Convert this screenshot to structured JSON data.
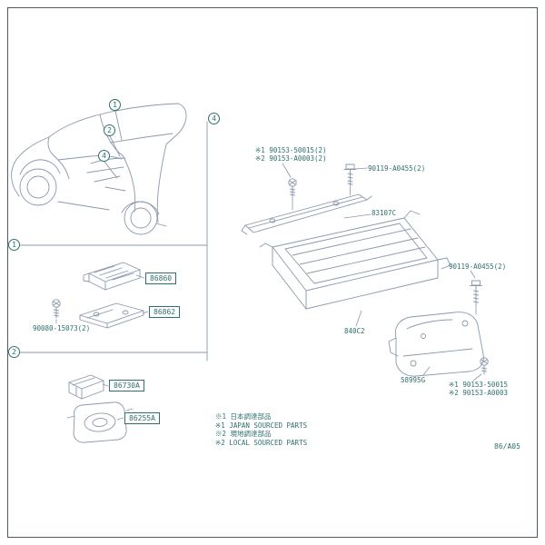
{
  "page": {
    "figure_code": "86/A05",
    "colors": {
      "line_color": "#8b98ac",
      "text_color": "#2e6f6f"
    }
  },
  "markers": {
    "section1": "1",
    "section2": "2",
    "section4": "4",
    "vehicle1": "1",
    "vehicle2": "2",
    "vehicle4": "4"
  },
  "parts": {
    "amplifier": "86860",
    "amplifier_bracket": "86862",
    "amplifier_screw": "90080-15073(2)",
    "tuner": "86730A",
    "speaker": "86255A",
    "bracket": "83107C",
    "bolt_upper": "90119-A0455(2)",
    "carrier": "840C2",
    "support": "58995G",
    "bolt_right": "90119-A0455(2)",
    "screw_note_upper_line1": "※1 90153-50015(2)",
    "screw_note_upper_line2": "※2 90153-A0003(2)",
    "screw_note_lower_line1": "※1 90153-50015",
    "screw_note_lower_line2": "※2 90153-A0003"
  },
  "notes": {
    "line1": "※1 日本調達部品",
    "line2": "※1 JAPAN SOURCED PARTS",
    "line3": "※2 現地調達部品",
    "line4": "※2 LOCAL SOURCED PARTS"
  }
}
